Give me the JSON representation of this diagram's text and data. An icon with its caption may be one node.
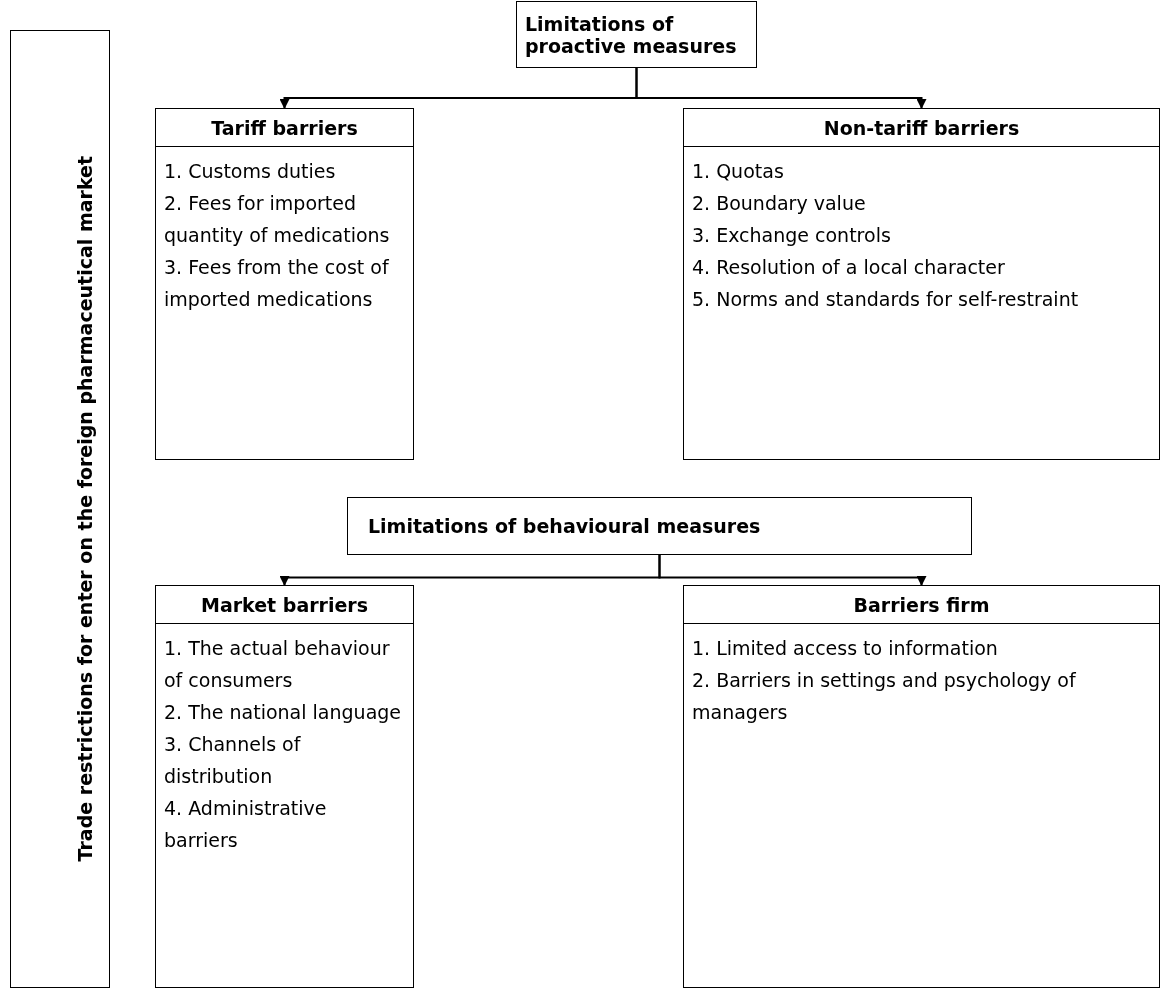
{
  "diagram": {
    "nodes": [
      {
        "text": [
          "Trade restrictions for enter on the foreign pharmaceutical market"
        ]
      },
      {
        "text": [
          "Limitations of proactive measures"
        ]
      },
      {
        "text": [
          "Tariff barriers",
          "1. Customs duties",
          "2. Fees for imported quantity of medications",
          "3. Fees from the cost of imported medications"
        ]
      },
      {
        "text": [
          "Non-tariff barriers",
          "1. Quotas",
          "2. Boundary value",
          "3. Exchange controls",
          "4. Resolution of a local character",
          "5. Norms and standards for self-restraint"
        ]
      },
      {
        "text": [
          "Limitations of behavioural measures"
        ]
      },
      {
        "text": [
          "Market barriers",
          "1. The actual behaviour of consumers",
          "2. The national language",
          "3. Channels of distribution",
          "4. Administrative barriers"
        ]
      },
      {
        "text": [
          "Barriers firm",
          "1. Limited access to information",
          "2. Barriers in settings and psychology of managers"
        ]
      }
    ],
    "edges": [
      {
        "from": 1,
        "to": 2,
        "arrow": "to"
      },
      {
        "from": 1,
        "to": 3,
        "arrow": "to"
      },
      {
        "from": 4,
        "to": 5,
        "arrow": "to"
      },
      {
        "from": 4,
        "to": 6,
        "arrow": "to"
      }
    ]
  }
}
